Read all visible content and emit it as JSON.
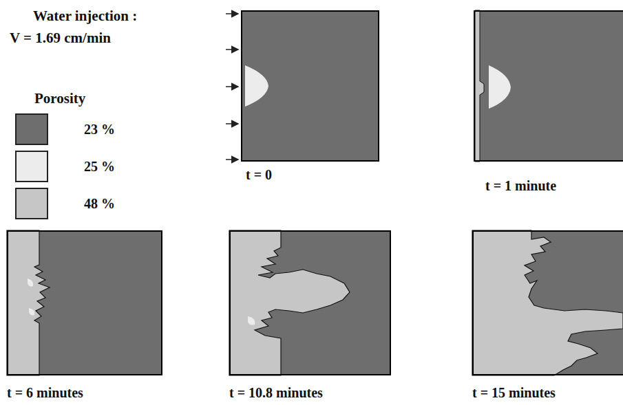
{
  "diagram": {
    "title": "Water injection :",
    "nodes": [
      {
        "text": [
          "t = 0"
        ]
      },
      {
        "text": [
          "t = 1 minute"
        ]
      },
      {
        "text": [
          "t = 6 minutes"
        ]
      },
      {
        "text": [
          "t = 10.8 minutes"
        ]
      },
      {
        "text": [
          "t = 15 minutes"
        ]
      }
    ],
    "labels": [
      "V = 1.69 cm/min",
      "Porosity"
    ],
    "legend": [
      {
        "text": "23 %",
        "color": "#6e6e6e"
      },
      {
        "text": "25 %",
        "color": "#ececec"
      },
      {
        "text": "48 %",
        "color": "#c6c6c6"
      }
    ]
  }
}
